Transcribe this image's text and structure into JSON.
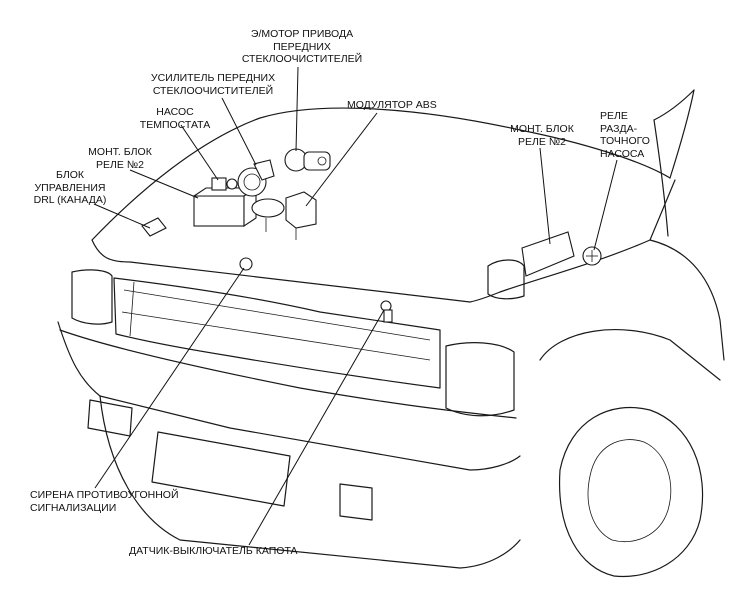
{
  "labels": {
    "wiper_motor": [
      "Э/МОТОР ПРИВОДА",
      "ПЕРЕДНИХ",
      "СТЕКЛООЧИСТИТЕЛЕЙ"
    ],
    "wiper_amplifier": [
      "УСИЛИТЕЛЬ ПЕРЕДНИХ",
      "СТЕКЛООЧИСТИТЕЛЕЙ"
    ],
    "abs_modulator": [
      "МОДУЛЯТОР ABS"
    ],
    "pump": [
      "НАСОС",
      "ТЕМПОСТАТА"
    ],
    "relay_block_left": [
      "МОНТ. БЛОК",
      "РЕЛЕ №2"
    ],
    "drl_unit": [
      "БЛОК",
      "УПРАВЛЕНИЯ",
      "DRL (КАНАДА)"
    ],
    "relay_block_right": [
      "МОНТ. БЛОК",
      "РЕЛЕ №2"
    ],
    "transfer_pump_relay": [
      "РЕЛЕ",
      "РАЗДА-",
      "ТОЧНОГО",
      "НАСОСА"
    ],
    "alarm_siren": [
      "СИРЕНА ПРОТИВОУГОННОЙ",
      "СИГНАЛИЗАЦИИ"
    ],
    "hood_switch": [
      "ДАТЧИК-ВЫКЛЮЧАТЕЛЬ КАПОТА"
    ]
  },
  "colors": {
    "ink": "#1a1a1a",
    "paper": "#ffffff"
  }
}
